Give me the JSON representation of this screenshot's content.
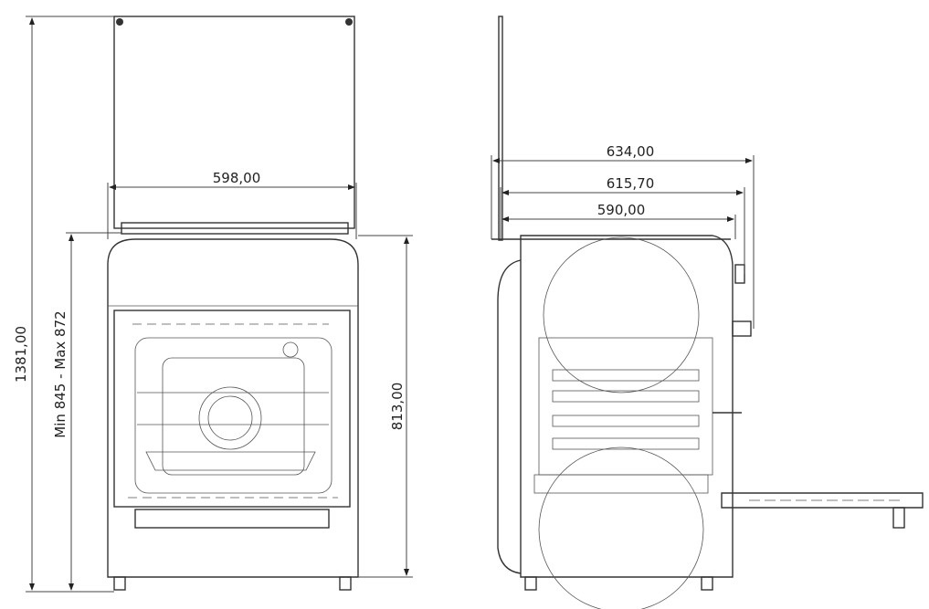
{
  "front_view": {
    "width_dim": "598,00",
    "total_height_dim": "1381,00",
    "adjustable_height_dim": "Min 845 - Max 872",
    "body_height_dim": "813,00"
  },
  "side_view": {
    "depth_open_dim": "634,00",
    "depth_knobs_dim": "615,70",
    "depth_body_dim": "590,00"
  }
}
